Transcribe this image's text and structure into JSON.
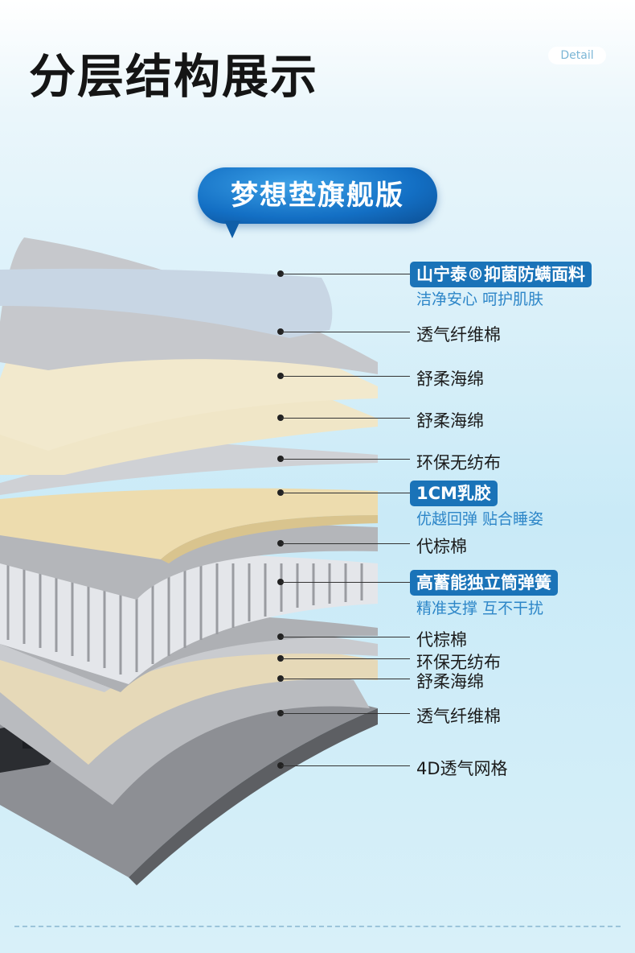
{
  "header": {
    "title": "分层结构展示",
    "detail_badge": "Detail"
  },
  "product_badge": "梦想垫旗舰版",
  "layers": [
    {
      "label": "山宁泰®抑菌防螨面料",
      "sub": "洁净安心 呵护肌肤",
      "highlight": true
    },
    {
      "label": "透气纤维棉",
      "highlight": false
    },
    {
      "label": "舒柔海绵",
      "highlight": false
    },
    {
      "label": "舒柔海绵",
      "highlight": false
    },
    {
      "label": "环保无纺布",
      "highlight": false
    },
    {
      "label": "1CM乳胶",
      "sub": "优越回弹 贴合睡姿",
      "highlight": true
    },
    {
      "label": "代棕棉",
      "highlight": false
    },
    {
      "label": "高蓄能独立筒弹簧",
      "sub": "精准支撑 互不干扰",
      "highlight": true
    },
    {
      "label": "代棕棉",
      "highlight": false
    },
    {
      "label": "环保无纺布",
      "highlight": false
    },
    {
      "label": "舒柔海绵",
      "highlight": false
    },
    {
      "label": "透气纤维棉",
      "highlight": false
    },
    {
      "label": "4D透气网格",
      "highlight": false
    }
  ],
  "colors": {
    "accent": "#1a73b8",
    "sub_text": "#2d86c8"
  }
}
